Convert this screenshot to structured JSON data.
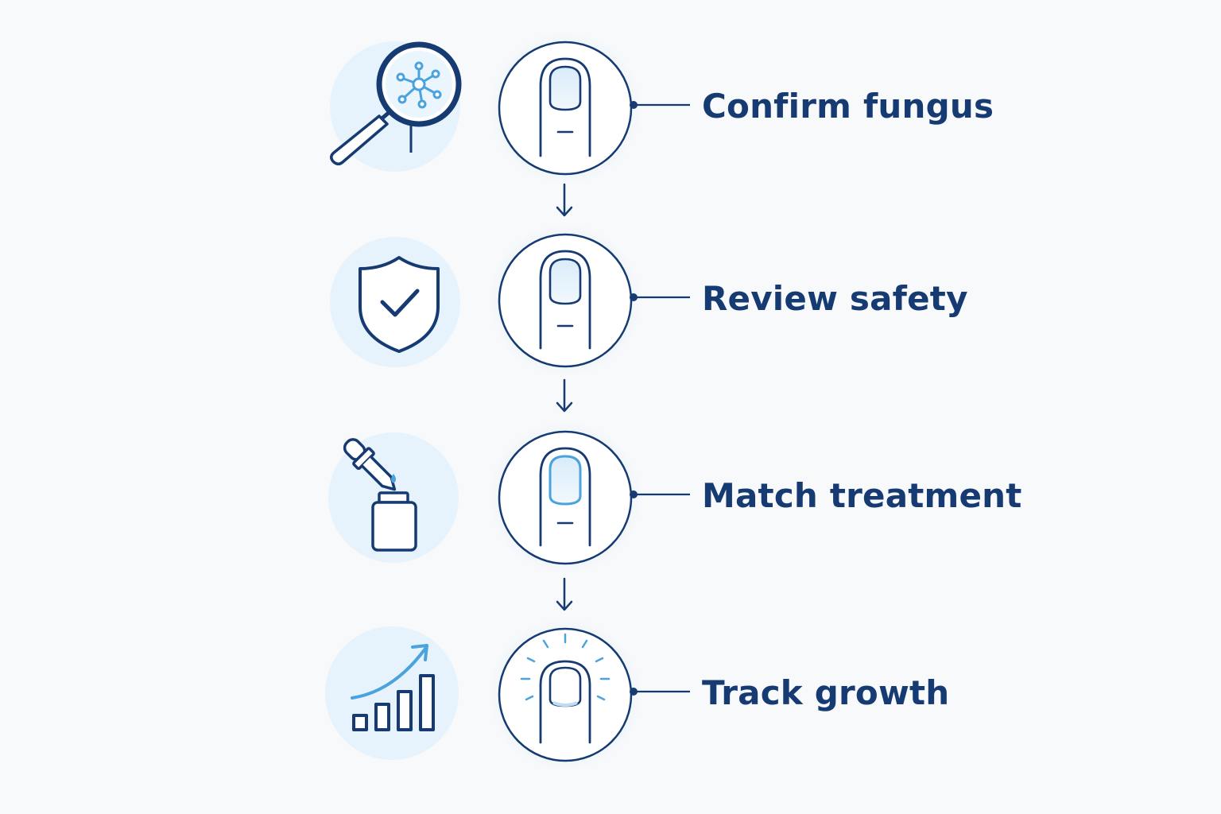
{
  "colors": {
    "navy": "#163a72",
    "accent_blue": "#4aa3dc",
    "soft_blue": "#e6f3fc",
    "background": "#f7f9fb"
  },
  "steps": [
    {
      "label": "Confirm fungus",
      "icon": "magnifier-microbe-icon"
    },
    {
      "label": "Review safety",
      "icon": "shield-check-icon"
    },
    {
      "label": "Match treatment",
      "icon": "dropper-bottle-icon"
    },
    {
      "label": "Track growth",
      "icon": "growth-chart-icon"
    }
  ]
}
